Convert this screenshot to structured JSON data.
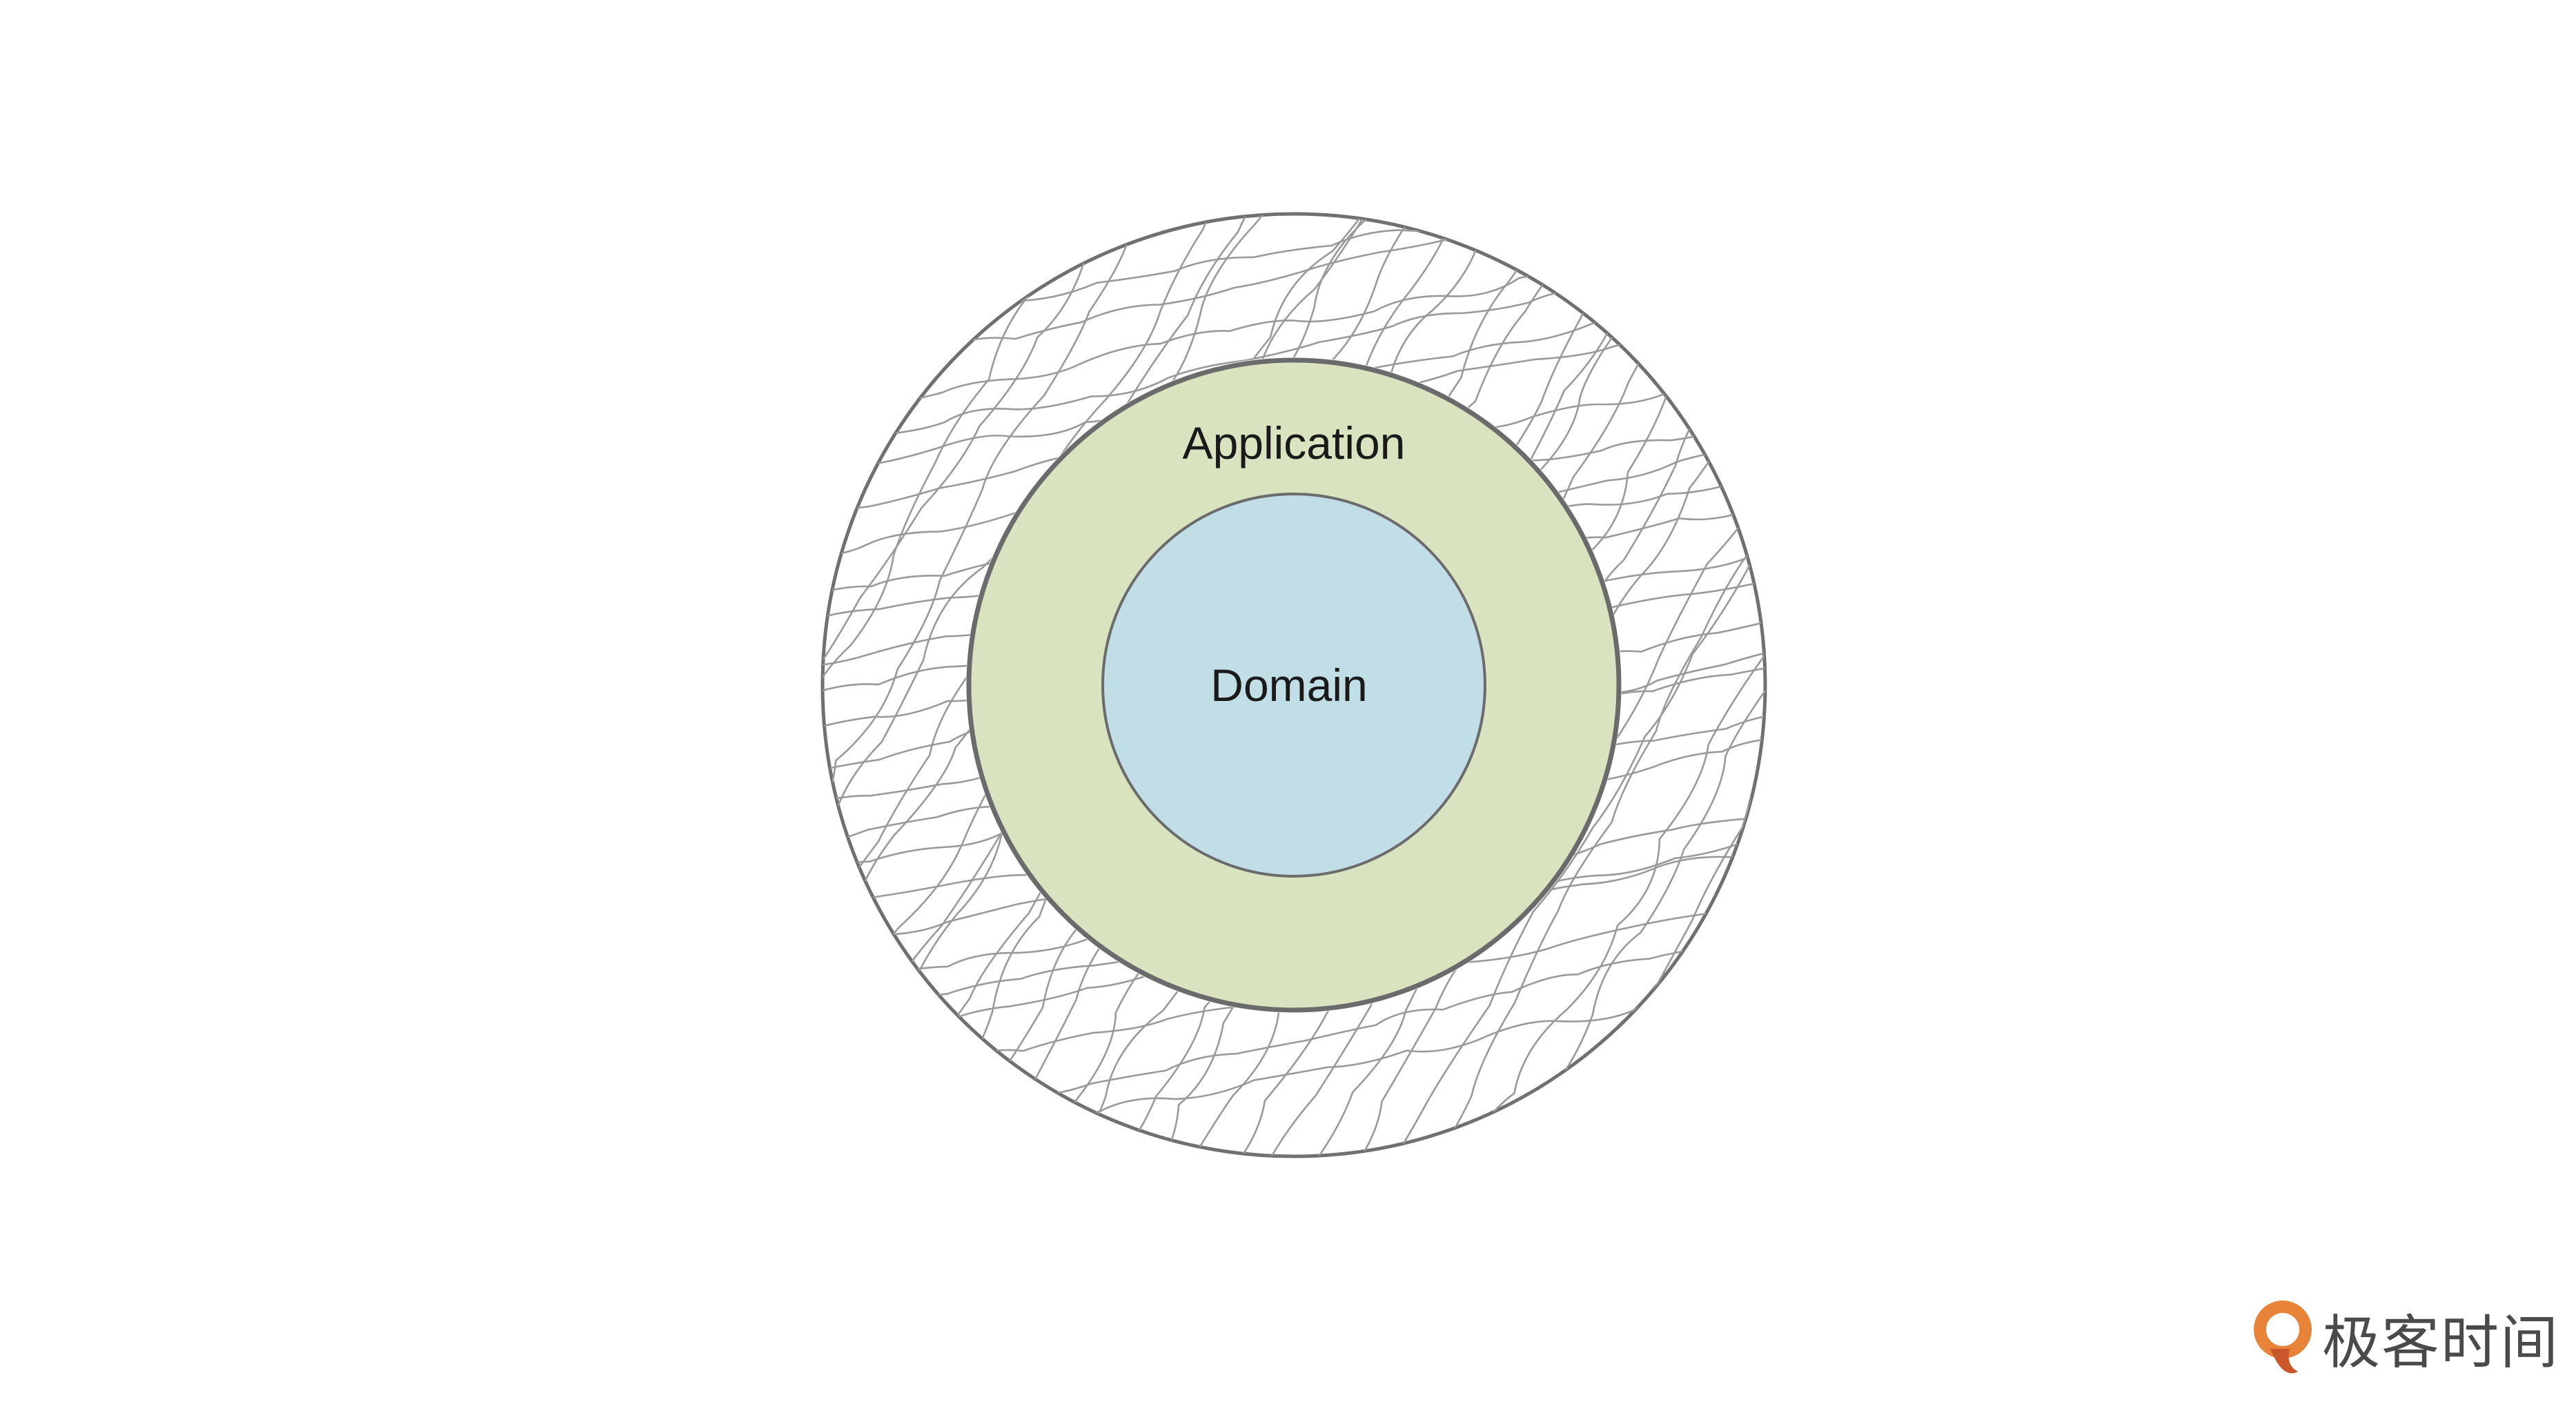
{
  "diagram": {
    "layers": [
      {
        "id": "outer",
        "label": "",
        "style": "hatched",
        "fill": "#ffffff",
        "stroke": "#707070"
      },
      {
        "id": "application",
        "label": "Application",
        "fill": "#dae3c0",
        "stroke": "#6b6b6b"
      },
      {
        "id": "domain",
        "label": "Domain",
        "fill": "#c1dde6",
        "stroke": "#6b6b6b"
      }
    ]
  },
  "brand": {
    "name": "极客时间",
    "logo_color": "#e8833a"
  }
}
